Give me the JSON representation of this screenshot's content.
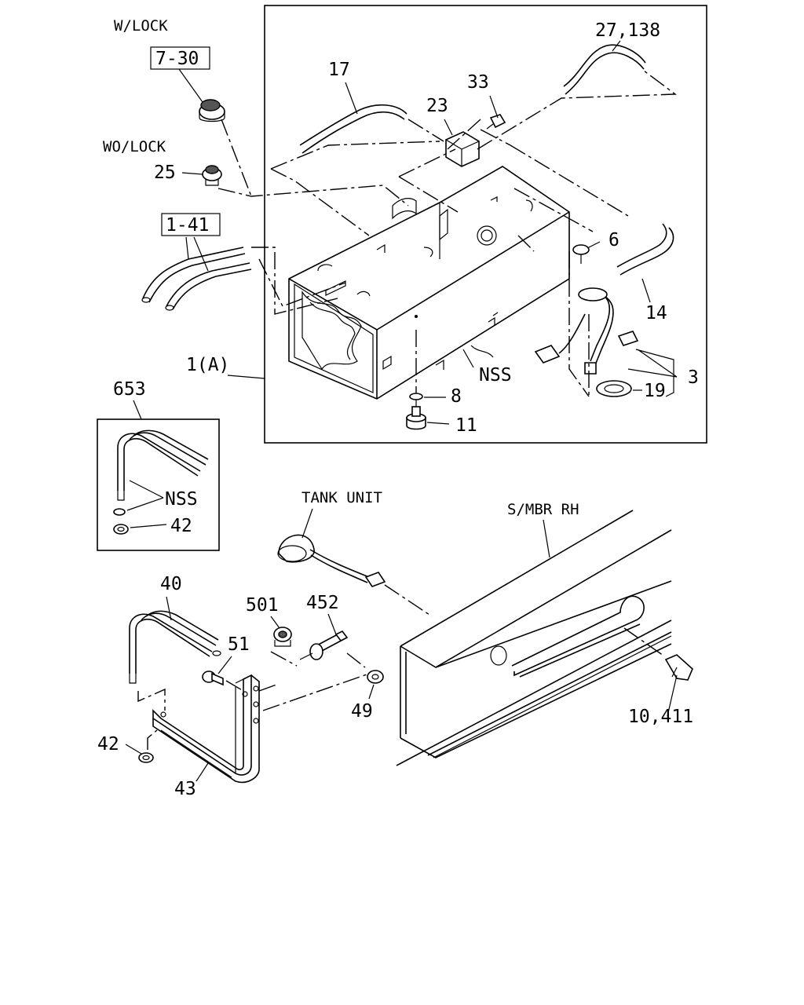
{
  "labels": {
    "w_lock": "W/LOCK",
    "ref_7_30": "7-30",
    "wo_lock": "WO/LOCK",
    "n25": "25",
    "ref_1_41": "1-41",
    "n17": "17",
    "n23": "23",
    "n33": "33",
    "n27_138": "27,138",
    "n6": "6",
    "n14": "14",
    "n3": "3",
    "n19": "19",
    "n8": "8",
    "n11": "11",
    "nss_tank": "NSS",
    "n1a": "1(A)",
    "n653": "653",
    "nss_box": "NSS",
    "n42_box": "42",
    "tank_unit": "TANK UNIT",
    "s_mbr_rh": "S/MBR RH",
    "n40": "40",
    "n501": "501",
    "n452": "452",
    "n51": "51",
    "n49": "49",
    "n42": "42",
    "n43": "43",
    "n10_411": "10,411"
  }
}
